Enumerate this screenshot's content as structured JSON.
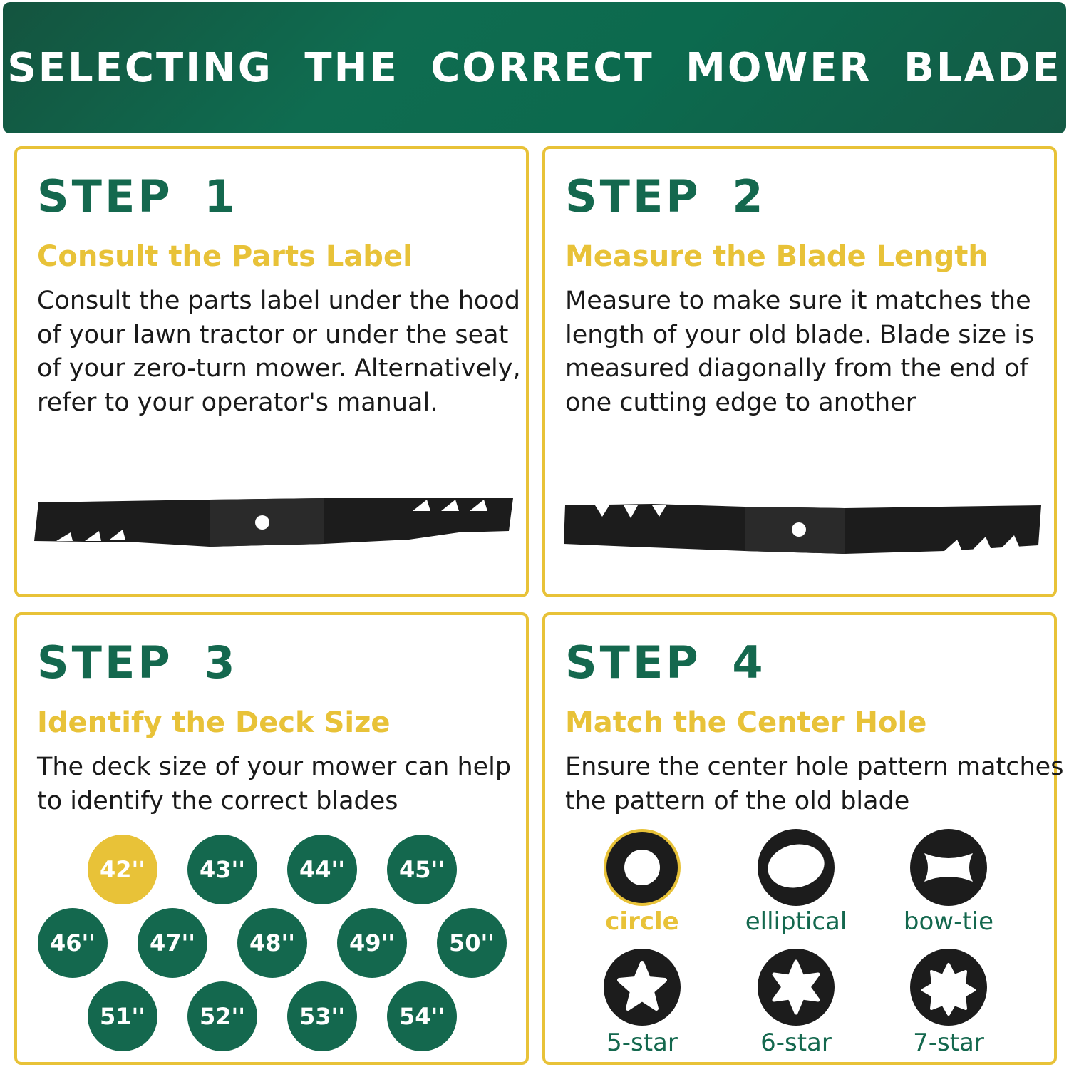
{
  "header": {
    "title": "SELECTING THE CORRECT MOWER BLADE"
  },
  "steps": [
    {
      "title": "STEP 1",
      "subtitle": "Consult the Parts Label",
      "description": "Consult the parts label under the hood of your lawn tractor or under the seat of your zero-turn mower. Alternatively, refer to your operator's manual."
    },
    {
      "title": "STEP 2",
      "subtitle": "Measure the Blade Length",
      "description": "Measure to make sure it matches the length of your old blade. Blade size is measured diagonally from the end of one cutting edge to another"
    },
    {
      "title": "STEP 3",
      "subtitle": "Identify the Deck Size",
      "description": "The deck size of your mower can help to identify the correct blades"
    },
    {
      "title": "STEP 4",
      "subtitle": "Match the Center Hole",
      "description": "Ensure the center hole pattern matches the pattern of the old blade"
    }
  ],
  "deck_sizes": {
    "selected": "42''",
    "items": [
      "42''",
      "43''",
      "44''",
      "45''",
      "46''",
      "47''",
      "48''",
      "49''",
      "50''",
      "51''",
      "52''",
      "53''",
      "54''"
    ]
  },
  "hole_patterns": {
    "selected": "circle",
    "items": [
      "circle",
      "elliptical",
      "bow-tie",
      "5-star",
      "6-star",
      "7-star"
    ]
  },
  "colors": {
    "brand_green": "#14684e",
    "accent_yellow": "#e8c238",
    "blade_black": "#1c1c1c"
  }
}
